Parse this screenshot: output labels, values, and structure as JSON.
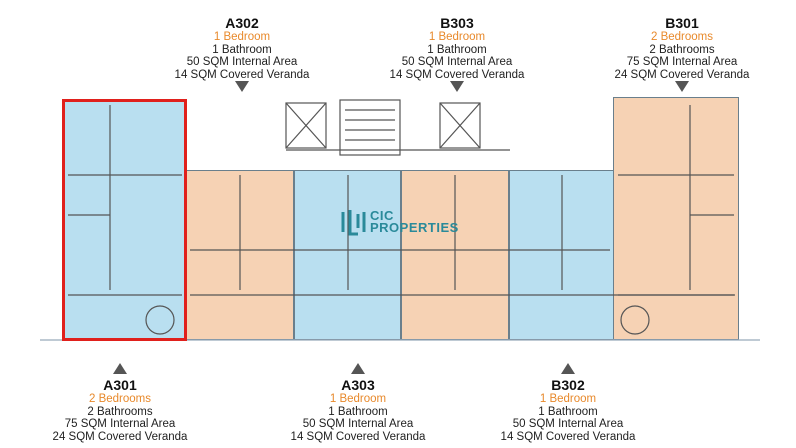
{
  "units_top": [
    {
      "code": "A302",
      "bedrooms": "1 Bedroom",
      "bathrooms": "1 Bathroom",
      "internal": "50 SQM Internal Area",
      "veranda": "14 SQM Covered Veranda"
    },
    {
      "code": "B303",
      "bedrooms": "1 Bedroom",
      "bathrooms": "1 Bathroom",
      "internal": "50 SQM Internal Area",
      "veranda": "14 SQM Covered Veranda"
    },
    {
      "code": "B301",
      "bedrooms": "2 Bedrooms",
      "bathrooms": "2 Bathrooms",
      "internal": "75 SQM Internal Area",
      "veranda": "24 SQM Covered Veranda"
    }
  ],
  "units_bottom": [
    {
      "code": "A301",
      "bedrooms": "2 Bedrooms",
      "bathrooms": "2 Bathrooms",
      "internal": "75 SQM Internal Area",
      "veranda": "24 SQM Covered Veranda"
    },
    {
      "code": "A303",
      "bedrooms": "1 Bedroom",
      "bathrooms": "1 Bathroom",
      "internal": "50 SQM Internal Area",
      "veranda": "14 SQM Covered Veranda"
    },
    {
      "code": "B302",
      "bedrooms": "1 Bedroom",
      "bathrooms": "1 Bathroom",
      "internal": "50 SQM Internal Area",
      "veranda": "14 SQM Covered Veranda"
    }
  ],
  "logo": {
    "line1": "CIC",
    "line2": "PROPERTIES"
  },
  "colors": {
    "blue_unit": "#b9dff0",
    "orange_unit": "#f6d2b4",
    "highlight": "#e0201c",
    "bedroom_text": "#e8892b",
    "logo": "#2a8a9a"
  }
}
